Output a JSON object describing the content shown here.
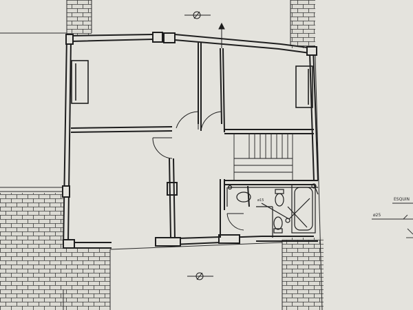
{
  "sheet": {
    "paper_color": "#e4e3dd",
    "ink_color": "#1e1e1e",
    "hatch_color": "#3a3a3a"
  },
  "annotations": {
    "corner_label": "ESQUIN",
    "dim_label": "ø25",
    "pipe_label": "ø15"
  },
  "symbols": [
    {
      "name": "north-roof-arrow-symbol",
      "icon": "circle-slash-icon"
    },
    {
      "name": "south-roof-arrow-symbol",
      "icon": "circle-slash-icon"
    },
    {
      "name": "stair-direction-arrow",
      "icon": "arrow-up-icon"
    }
  ]
}
